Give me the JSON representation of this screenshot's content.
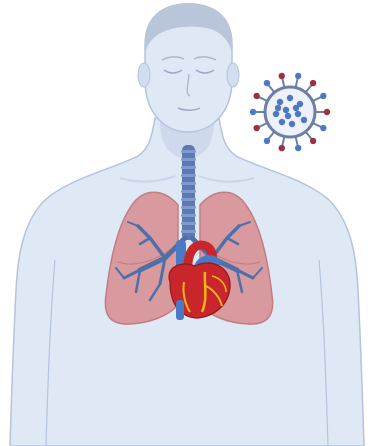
{
  "figure": {
    "elements": [
      "human-torso",
      "face",
      "hair",
      "trachea",
      "bronchial-tree",
      "lungs",
      "heart",
      "virus-particle"
    ]
  },
  "colors": {
    "skin": "#dfe8f5",
    "skin_shade": "#c9d6ea",
    "skin_outline": "#b4c4dc",
    "hair": "#b9c5d8",
    "lung": "#d89a9e",
    "lung_dark": "#c27c82",
    "bronchi": "#4f6fa8",
    "trachea": "#5b79b3",
    "heart": "#c8262b",
    "heart_dark": "#8e1a1f",
    "coronary": "#f1b51c",
    "vessel_blue": "#4a7ac4",
    "virus_body": "#6d7fa8",
    "virus_spike": "#9b3140",
    "virus_dot": "#4c78c6"
  }
}
